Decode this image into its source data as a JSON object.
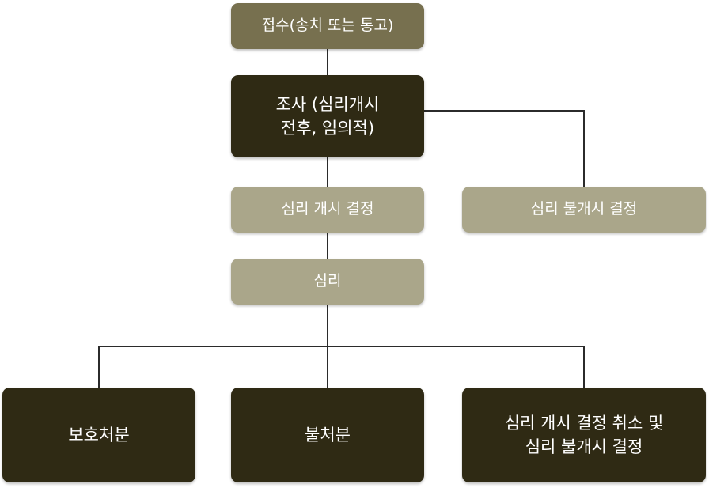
{
  "nodes": {
    "intake": {
      "label": "접수(송치 또는 통고)"
    },
    "investigation": {
      "lines": [
        "조사 (심리개시",
        "전후, 임의적)"
      ]
    },
    "hearing_open": {
      "label": "심리 개시 결정"
    },
    "hearing_not_open": {
      "label": "심리 불개시 결정"
    },
    "hearing": {
      "label": "심리"
    },
    "protective_disposition": {
      "label": "보호처분"
    },
    "no_disposition": {
      "label": "불처분"
    },
    "cancel_decision": {
      "lines": [
        "심리 개시 결정 취소 및",
        "심리 불개시 결정"
      ]
    }
  },
  "colors": {
    "light_box": "#aaa68a",
    "mid_box": "#77704f",
    "dark_box": "#2f2a14",
    "line": "#2b2b2b"
  }
}
